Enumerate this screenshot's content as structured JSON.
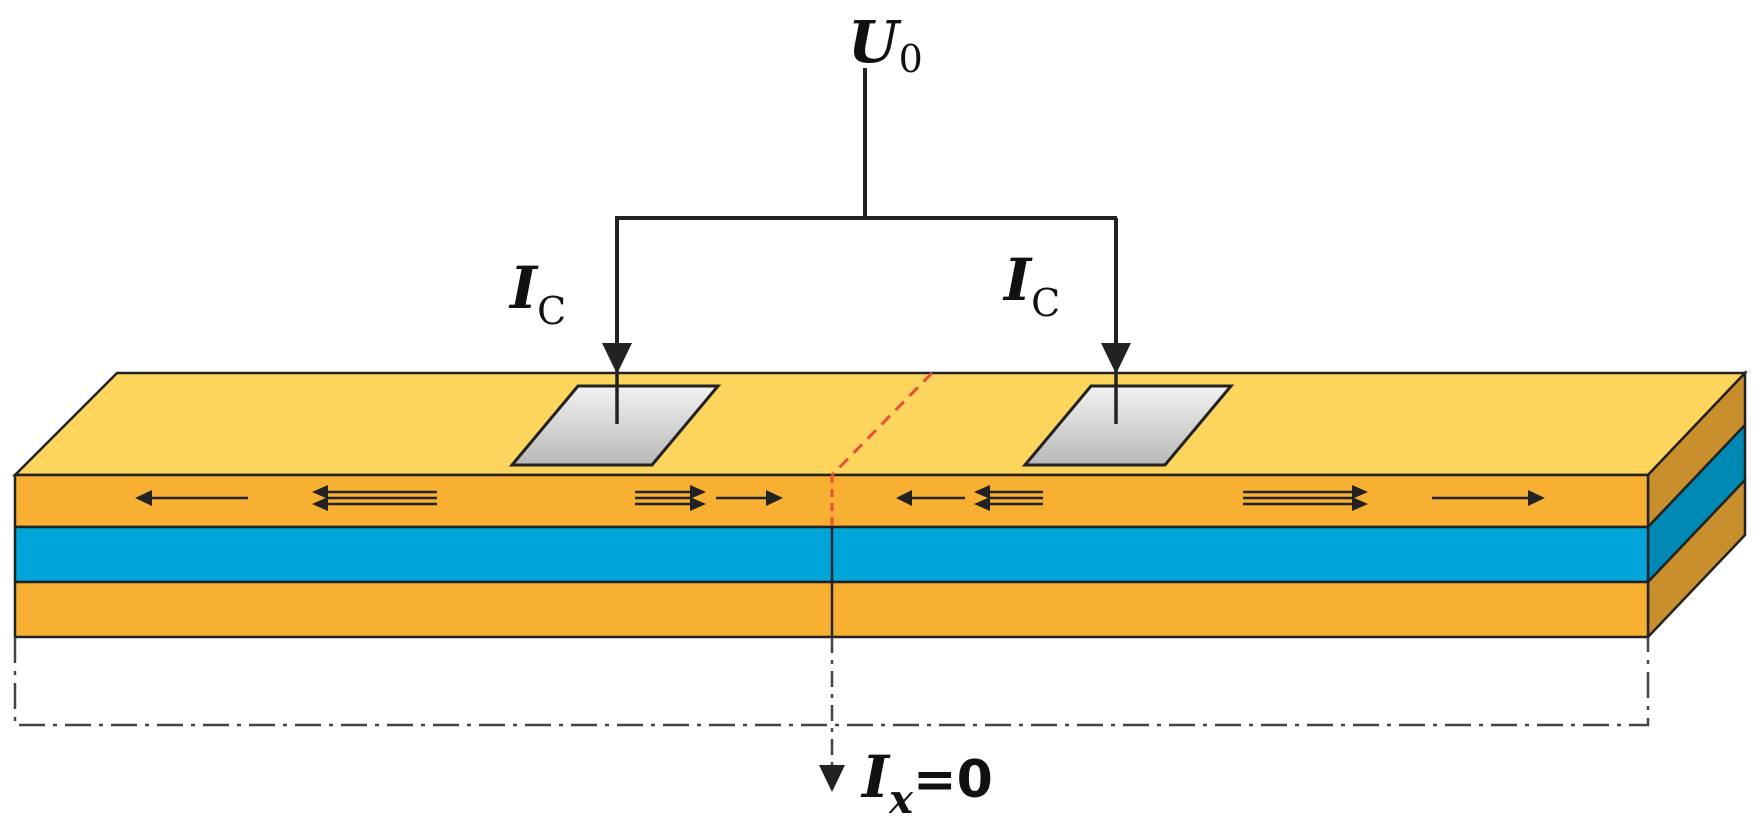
{
  "diagram": {
    "voltage_label": {
      "main": "U",
      "sub": "0"
    },
    "current_left_label": {
      "main": "I",
      "sub": "C"
    },
    "current_right_label": {
      "main": "I",
      "sub": "C"
    },
    "output_label": {
      "main": "I",
      "sub": "x",
      "eq": "=0"
    },
    "colors": {
      "gold_top": "#FDD45C",
      "gold_layer": "#F7B032",
      "gold_side": "#C98F2C",
      "blue_layer": "#00A6DA",
      "blue_side": "#0088B4",
      "contact_pad": "#D9D9D9",
      "center_dashed": "#E8503A",
      "outline": "#222222"
    },
    "icons": [
      "arrow-left-icon",
      "arrow-right-icon",
      "double-arrow-left-icon",
      "double-arrow-right-icon",
      "arrow-down-icon"
    ]
  }
}
